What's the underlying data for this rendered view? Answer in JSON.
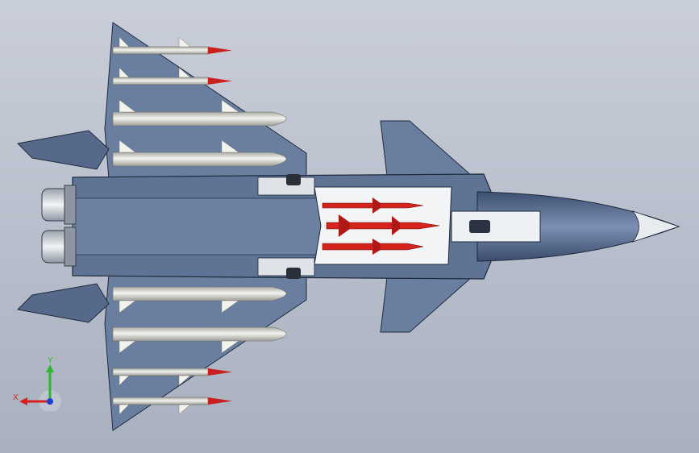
{
  "viewport": {
    "background_top": "#c9ced9",
    "background_bottom": "#a9b0bf"
  },
  "model": {
    "part": "stealth-fighter-assembly",
    "colors": {
      "fuselage": "#5f7394",
      "fuselage_light": "#7a8eae",
      "edge": "#1f2a3c",
      "missile_body": "#e9e9e2",
      "missile_tip_red": "#c8201e",
      "internal_missile": "#d4231d",
      "bay": "#f2f4f6"
    }
  },
  "triad": {
    "x_label": "X",
    "y_label": "Y",
    "x_color": "#d9201e",
    "y_color": "#2fb52f",
    "z_color": "#1f3fd0"
  }
}
